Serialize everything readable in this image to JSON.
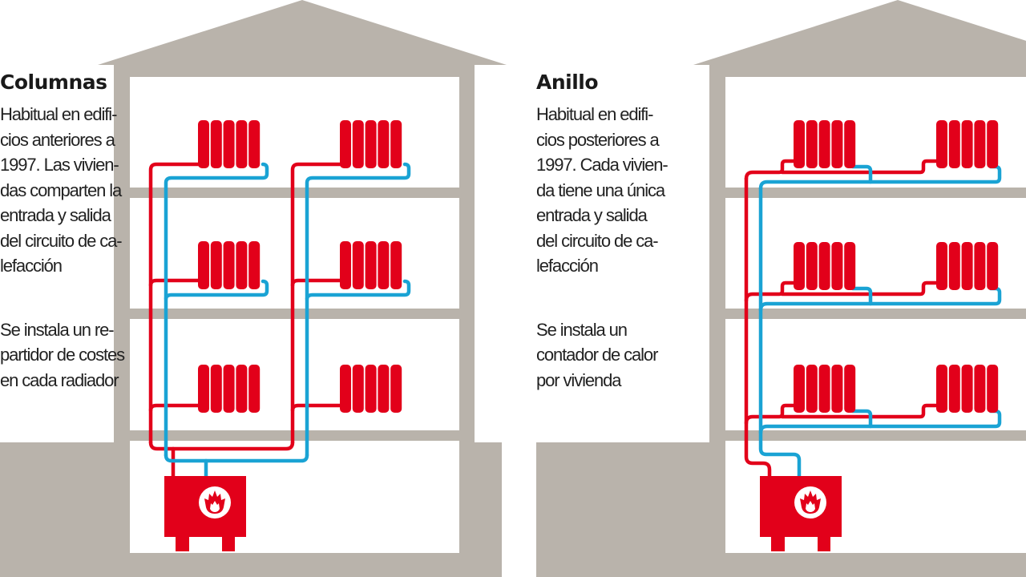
{
  "colors": {
    "building": "#b9b3ab",
    "supply_pipe": "#e2001a",
    "return_pipe": "#1aa3d4",
    "radiator": "#e2001a",
    "boiler": "#e2001a",
    "background": "#ffffff",
    "text": "#222222"
  },
  "panels": [
    {
      "id": "columnas",
      "title": "Columnas",
      "description_lines": [
        "Habitual en edifi-",
        "cios anteriores a",
        "1997. Las vivien-",
        "das comparten la",
        "entrada y salida",
        "del circuito de ca-",
        "lefacción"
      ],
      "note_lines": [
        "Se instala un re-",
        "partidor de costes",
        "en cada radiador"
      ],
      "floors": 3,
      "radiators_per_floor": 2,
      "radiator_fins": 5,
      "layout": "columns",
      "boiler_icon": "flame-icon"
    },
    {
      "id": "anillo",
      "title": "Anillo",
      "description_lines": [
        "Habitual en edifi-",
        "cios posteriores a",
        "1997. Cada vivien-",
        "da tiene una única",
        "entrada y salida",
        "del circuito de ca-",
        "lefacción"
      ],
      "note_lines": [
        "Se instala un",
        "contador de calor",
        "por vivienda"
      ],
      "floors": 3,
      "radiators_per_floor": 2,
      "radiator_fins": 5,
      "layout": "ring",
      "boiler_icon": "flame-icon"
    }
  ]
}
